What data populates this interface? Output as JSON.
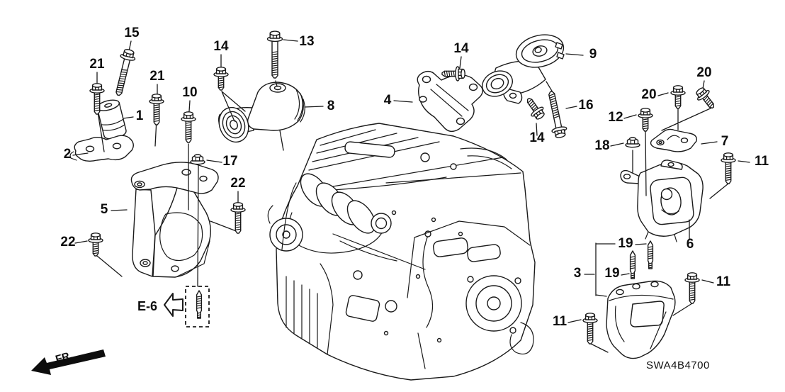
{
  "diagram": {
    "code": "SWA4B4700",
    "view_ref": "E-6",
    "front_indicator": "FR.",
    "colors": {
      "line_color": "#1a1a1a",
      "background": "#ffffff",
      "text_color": "#0d0d0d"
    },
    "callouts": [
      {
        "ref": "15"
      },
      {
        "ref": "21"
      },
      {
        "ref": "21"
      },
      {
        "ref": "14"
      },
      {
        "ref": "13"
      },
      {
        "ref": "10"
      },
      {
        "ref": "1"
      },
      {
        "ref": "2"
      },
      {
        "ref": "17"
      },
      {
        "ref": "8"
      },
      {
        "ref": "4"
      },
      {
        "ref": "14"
      },
      {
        "ref": "9"
      },
      {
        "ref": "16"
      },
      {
        "ref": "14"
      },
      {
        "ref": "20"
      },
      {
        "ref": "20"
      },
      {
        "ref": "12"
      },
      {
        "ref": "18"
      },
      {
        "ref": "7"
      },
      {
        "ref": "11"
      },
      {
        "ref": "5"
      },
      {
        "ref": "22"
      },
      {
        "ref": "22"
      },
      {
        "ref": "19"
      },
      {
        "ref": "3"
      },
      {
        "ref": "19"
      },
      {
        "ref": "6"
      },
      {
        "ref": "11"
      },
      {
        "ref": "11"
      }
    ]
  }
}
